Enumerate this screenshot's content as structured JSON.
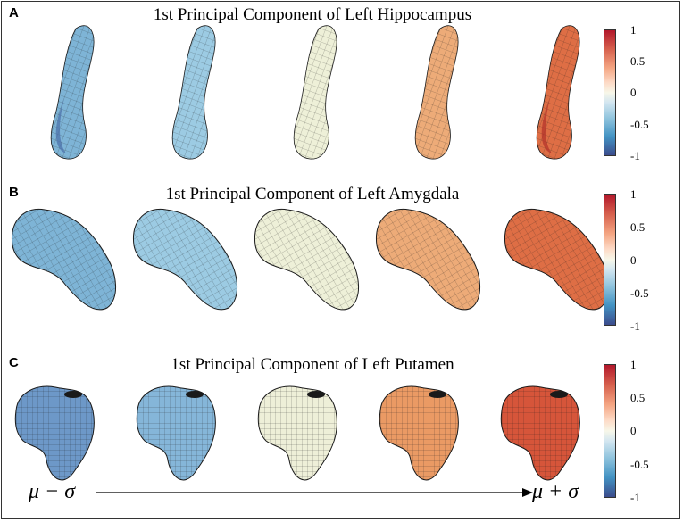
{
  "panels": [
    {
      "label": "A",
      "title": "1st Principal Component of Left Hippocampus"
    },
    {
      "label": "B",
      "title": "1st Principal Component of Left Amygdala"
    },
    {
      "label": "C",
      "title": "1st Principal Component of Left Putamen"
    }
  ],
  "colorbar": {
    "ticks": [
      "1",
      "0.5",
      "0",
      "-0.5",
      "-1"
    ]
  },
  "axis": {
    "left": "μ − σ",
    "right": "μ + σ"
  },
  "colors": {
    "shape_fills": [
      "#6fa6cf",
      "#8fc4df",
      "#ecefd6",
      "#eaa06d",
      "#d7603e"
    ],
    "mesh": "#1a1a1a"
  }
}
